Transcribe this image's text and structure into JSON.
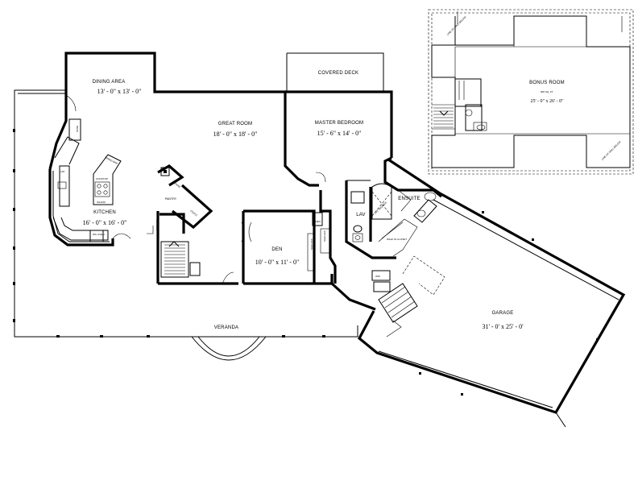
{
  "rooms": {
    "dining": {
      "name": "DINING AREA",
      "dim": "13' - 0\" x 13' - 0\""
    },
    "great": {
      "name": "GREAT ROOM",
      "dim": "18' - 0\" x 18' - 0\""
    },
    "master": {
      "name": "MASTER BEDROOM",
      "dim": "15' - 6\" x 14' - 0\""
    },
    "covered_deck": {
      "name": "COVERED DECK"
    },
    "kitchen": {
      "name": "KITCHEN",
      "dim": "16' - 0\" x 16' - 0\""
    },
    "den": {
      "name": "DEN",
      "dim": "10' - 0\" x 11' - 0\""
    },
    "garage": {
      "name": "GARAGE",
      "dim": "31' - 0' x 25' - 0'"
    },
    "veranda": {
      "name": "VERANDA"
    },
    "ensuite": {
      "name": "ENSUITE"
    },
    "lav": {
      "name": "LAV"
    },
    "pantry": {
      "name": "PANTRY"
    },
    "bonus": {
      "name": "BONUS ROOM",
      "area": "900 SQ. FT.",
      "dim": "25' - 0\" x 26' - 0\""
    }
  },
  "labels": {
    "desk": "DESK",
    "lm": "L/M",
    "dining_bar": "DINING BAR",
    "cooktop": "COOKTOP",
    "island": "ISLAND",
    "wall_oven": "W/L OVEN",
    "broom": "BROOM",
    "coats": "COATS",
    "shelves_left": "SHELVES",
    "shelves_den": "SHELVES",
    "shelves_right": "SHELVES",
    "linen": "LINEN",
    "wd": "W/D",
    "walk_in_closet": "WALK IN CLOSET",
    "shower": "2'x3' SHOWER",
    "line_wall_below_top": "LINE OF WALL BELOW",
    "line_wall_below_bottom": "LINE OF WALL BELOW"
  }
}
